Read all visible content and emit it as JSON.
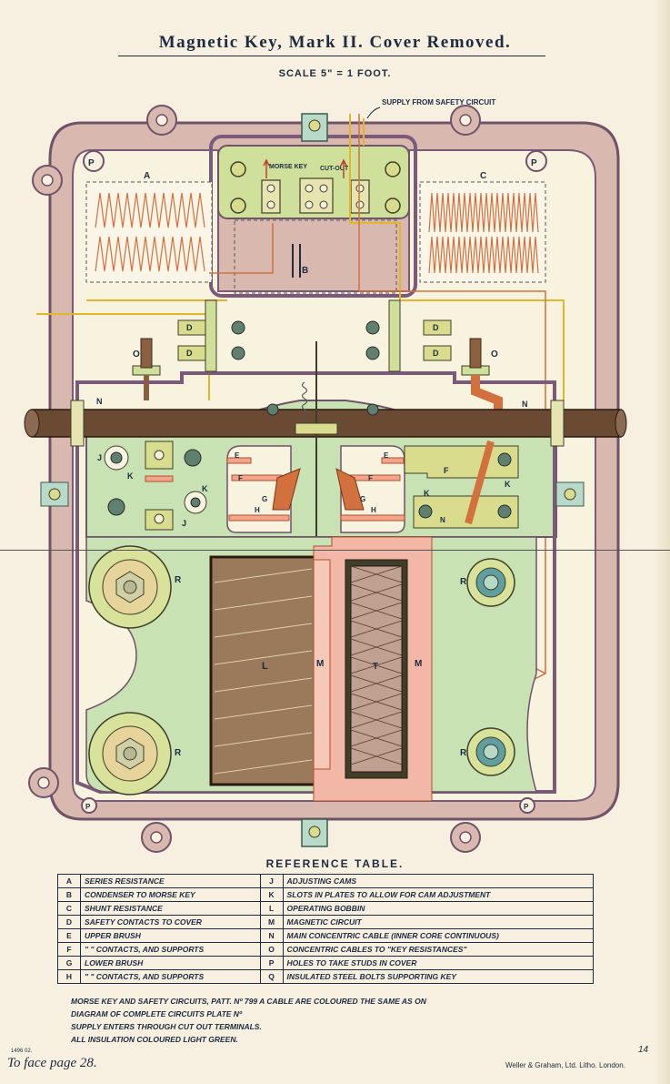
{
  "title": "Magnetic Key, Mark II. Cover Removed.",
  "scale": "SCALE 5\" = 1 FOOT.",
  "annotations": {
    "supply": "SUPPLY FROM SAFETY CIRCUIT",
    "morse_key": "MORSE KEY",
    "cut_out": "CUT-OUT"
  },
  "diagram_labels": {
    "A": "A",
    "B": "B",
    "C": "C",
    "D": "D",
    "E": "E",
    "F": "F",
    "G": "G",
    "H": "H",
    "J": "J",
    "K": "K",
    "L": "L",
    "M": "M",
    "N": "N",
    "O": "O",
    "P": "P",
    "R": "R",
    "T": "T"
  },
  "reference": {
    "heading": "REFERENCE TABLE.",
    "rows": [
      {
        "k1": "A",
        "v1": "SERIES RESISTANCE",
        "k2": "J",
        "v2": "ADJUSTING CAMS"
      },
      {
        "k1": "B",
        "v1": "CONDENSER TO MORSE KEY",
        "k2": "K",
        "v2": "SLOTS IN PLATES TO ALLOW FOR CAM ADJUSTMENT"
      },
      {
        "k1": "C",
        "v1": "SHUNT RESISTANCE",
        "k2": "L",
        "v2": "OPERATING BOBBIN"
      },
      {
        "k1": "D",
        "v1": "SAFETY CONTACTS TO COVER",
        "k2": "M",
        "v2": "MAGNETIC CIRCUIT"
      },
      {
        "k1": "E",
        "v1": "UPPER BRUSH",
        "k2": "N",
        "v2": "MAIN CONCENTRIC CABLE (INNER CORE CONTINUOUS)"
      },
      {
        "k1": "F",
        "v1": "\"      \"      CONTACTS, AND SUPPORTS",
        "k2": "O",
        "v2": "CONCENTRIC CABLES TO \"KEY RESISTANCES\""
      },
      {
        "k1": "G",
        "v1": "LOWER BRUSH",
        "k2": "P",
        "v2": "HOLES TO TAKE STUDS IN COVER"
      },
      {
        "k1": "H",
        "v1": "\"      \"      CONTACTS, AND SUPPORTS",
        "k2": "Q",
        "v2": "INSULATED STEEL BOLTS SUPPORTING KEY"
      }
    ]
  },
  "notes": {
    "line1": "MORSE KEY AND SAFETY CIRCUITS, PATT. Nº 799 A CABLE ARE COLOURED THE SAME AS ON",
    "line2": "DIAGRAM OF COMPLETE CIRCUITS PLATE Nº",
    "line3": "SUPPLY ENTERS THROUGH CUT OUT TERMINALS.",
    "line4": "ALL INSULATION COLOURED LIGHT GREEN."
  },
  "footer": {
    "to_face": "To face page 28.",
    "plate_number": "14",
    "printer": "Weller & Graham, Ltd. Litho. London.",
    "code": "1496  02."
  },
  "colors": {
    "frame": "#c9a9a3",
    "frame_stroke": "#7a5a78",
    "green": "#c8e2b4",
    "yellow_green": "#d8dc8c",
    "pink": "#f2b7a6",
    "orange": "#d2703e",
    "bobbin": "#9a7a5a",
    "cable": "#6a4a32"
  }
}
